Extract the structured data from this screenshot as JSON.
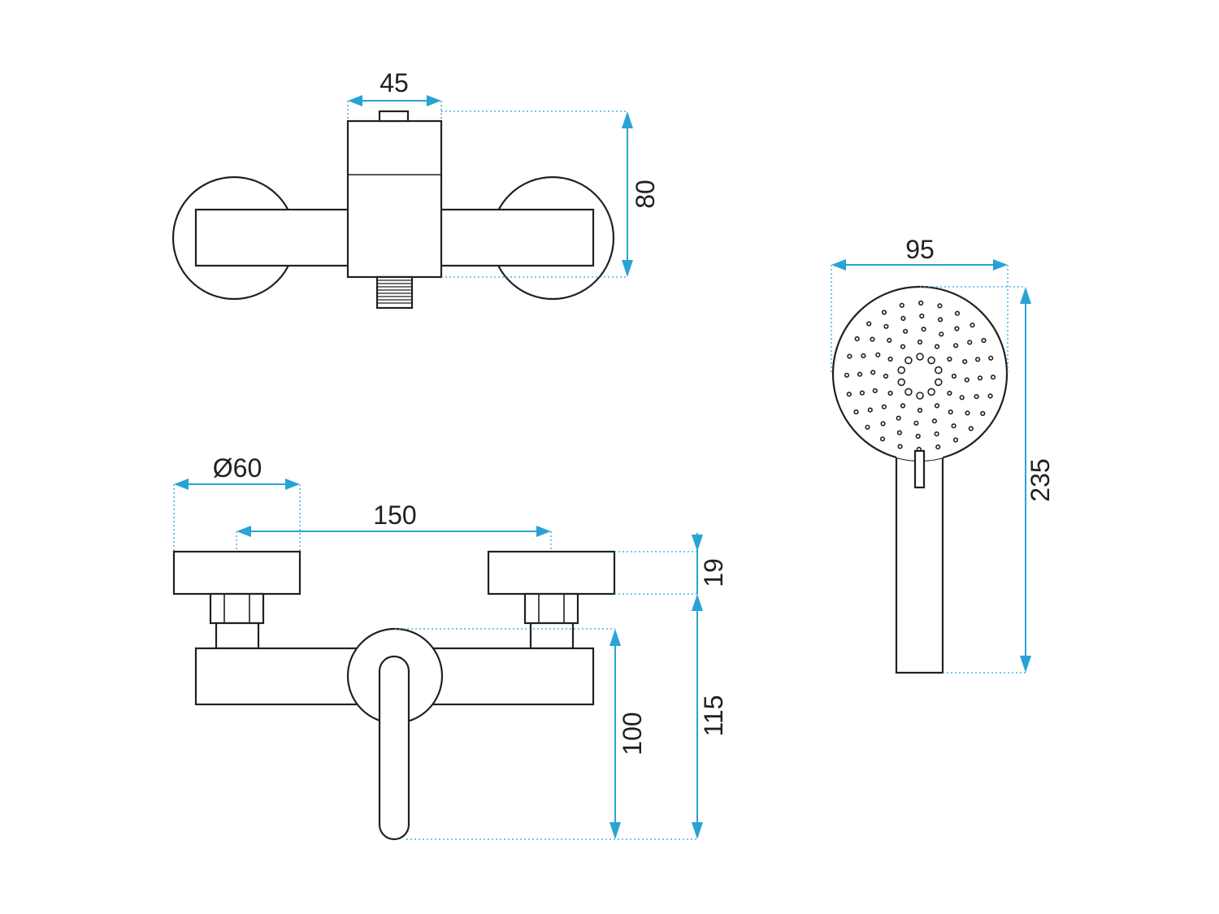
{
  "colors": {
    "outline": "#231f20",
    "dimension": "#29a3d6",
    "background": "#ffffff"
  },
  "dimensions": {
    "top_width": "45",
    "top_depth": "80",
    "handshower_width": "95",
    "handshower_length": "235",
    "flange_diameter": "Ø60",
    "center_distance": "150",
    "flange_thickness": "19",
    "body_projection": "100",
    "total_projection": "115"
  }
}
